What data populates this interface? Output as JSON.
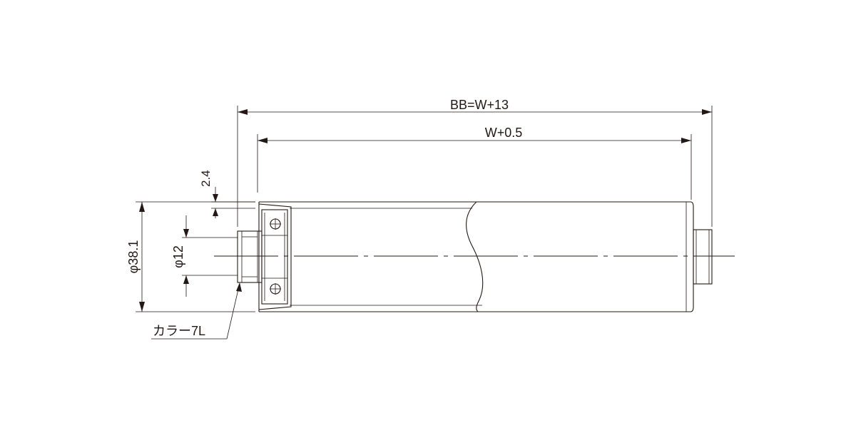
{
  "dimensions": {
    "bb_length": "BB=W+13",
    "w_length": "W+0.5",
    "flange_offset": "2.4",
    "roller_diameter": "φ38.1",
    "shaft_diameter": "φ12"
  },
  "callouts": {
    "collar": "カラー7L"
  }
}
